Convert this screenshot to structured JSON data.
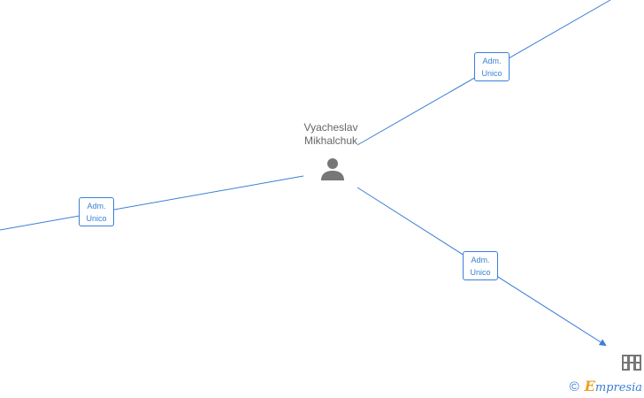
{
  "person": {
    "first_name": "Vyacheslav",
    "last_name": "Mikhalchuk",
    "icon": "person-icon"
  },
  "relations": [
    {
      "role_line1": "Adm.",
      "role_line2": "Unico"
    },
    {
      "role_line1": "Adm.",
      "role_line2": "Unico"
    },
    {
      "role_line1": "Adm.",
      "role_line2": "Unico"
    }
  ],
  "company": {
    "icon": "building-icon"
  },
  "footer": {
    "copyright_symbol": "©",
    "brand_initial": "E",
    "brand_rest": "mpresia"
  },
  "colors": {
    "edge": "#3a7fd5",
    "node_icon": "#777777",
    "label": "#666666",
    "brand_accent": "#f0a020"
  }
}
